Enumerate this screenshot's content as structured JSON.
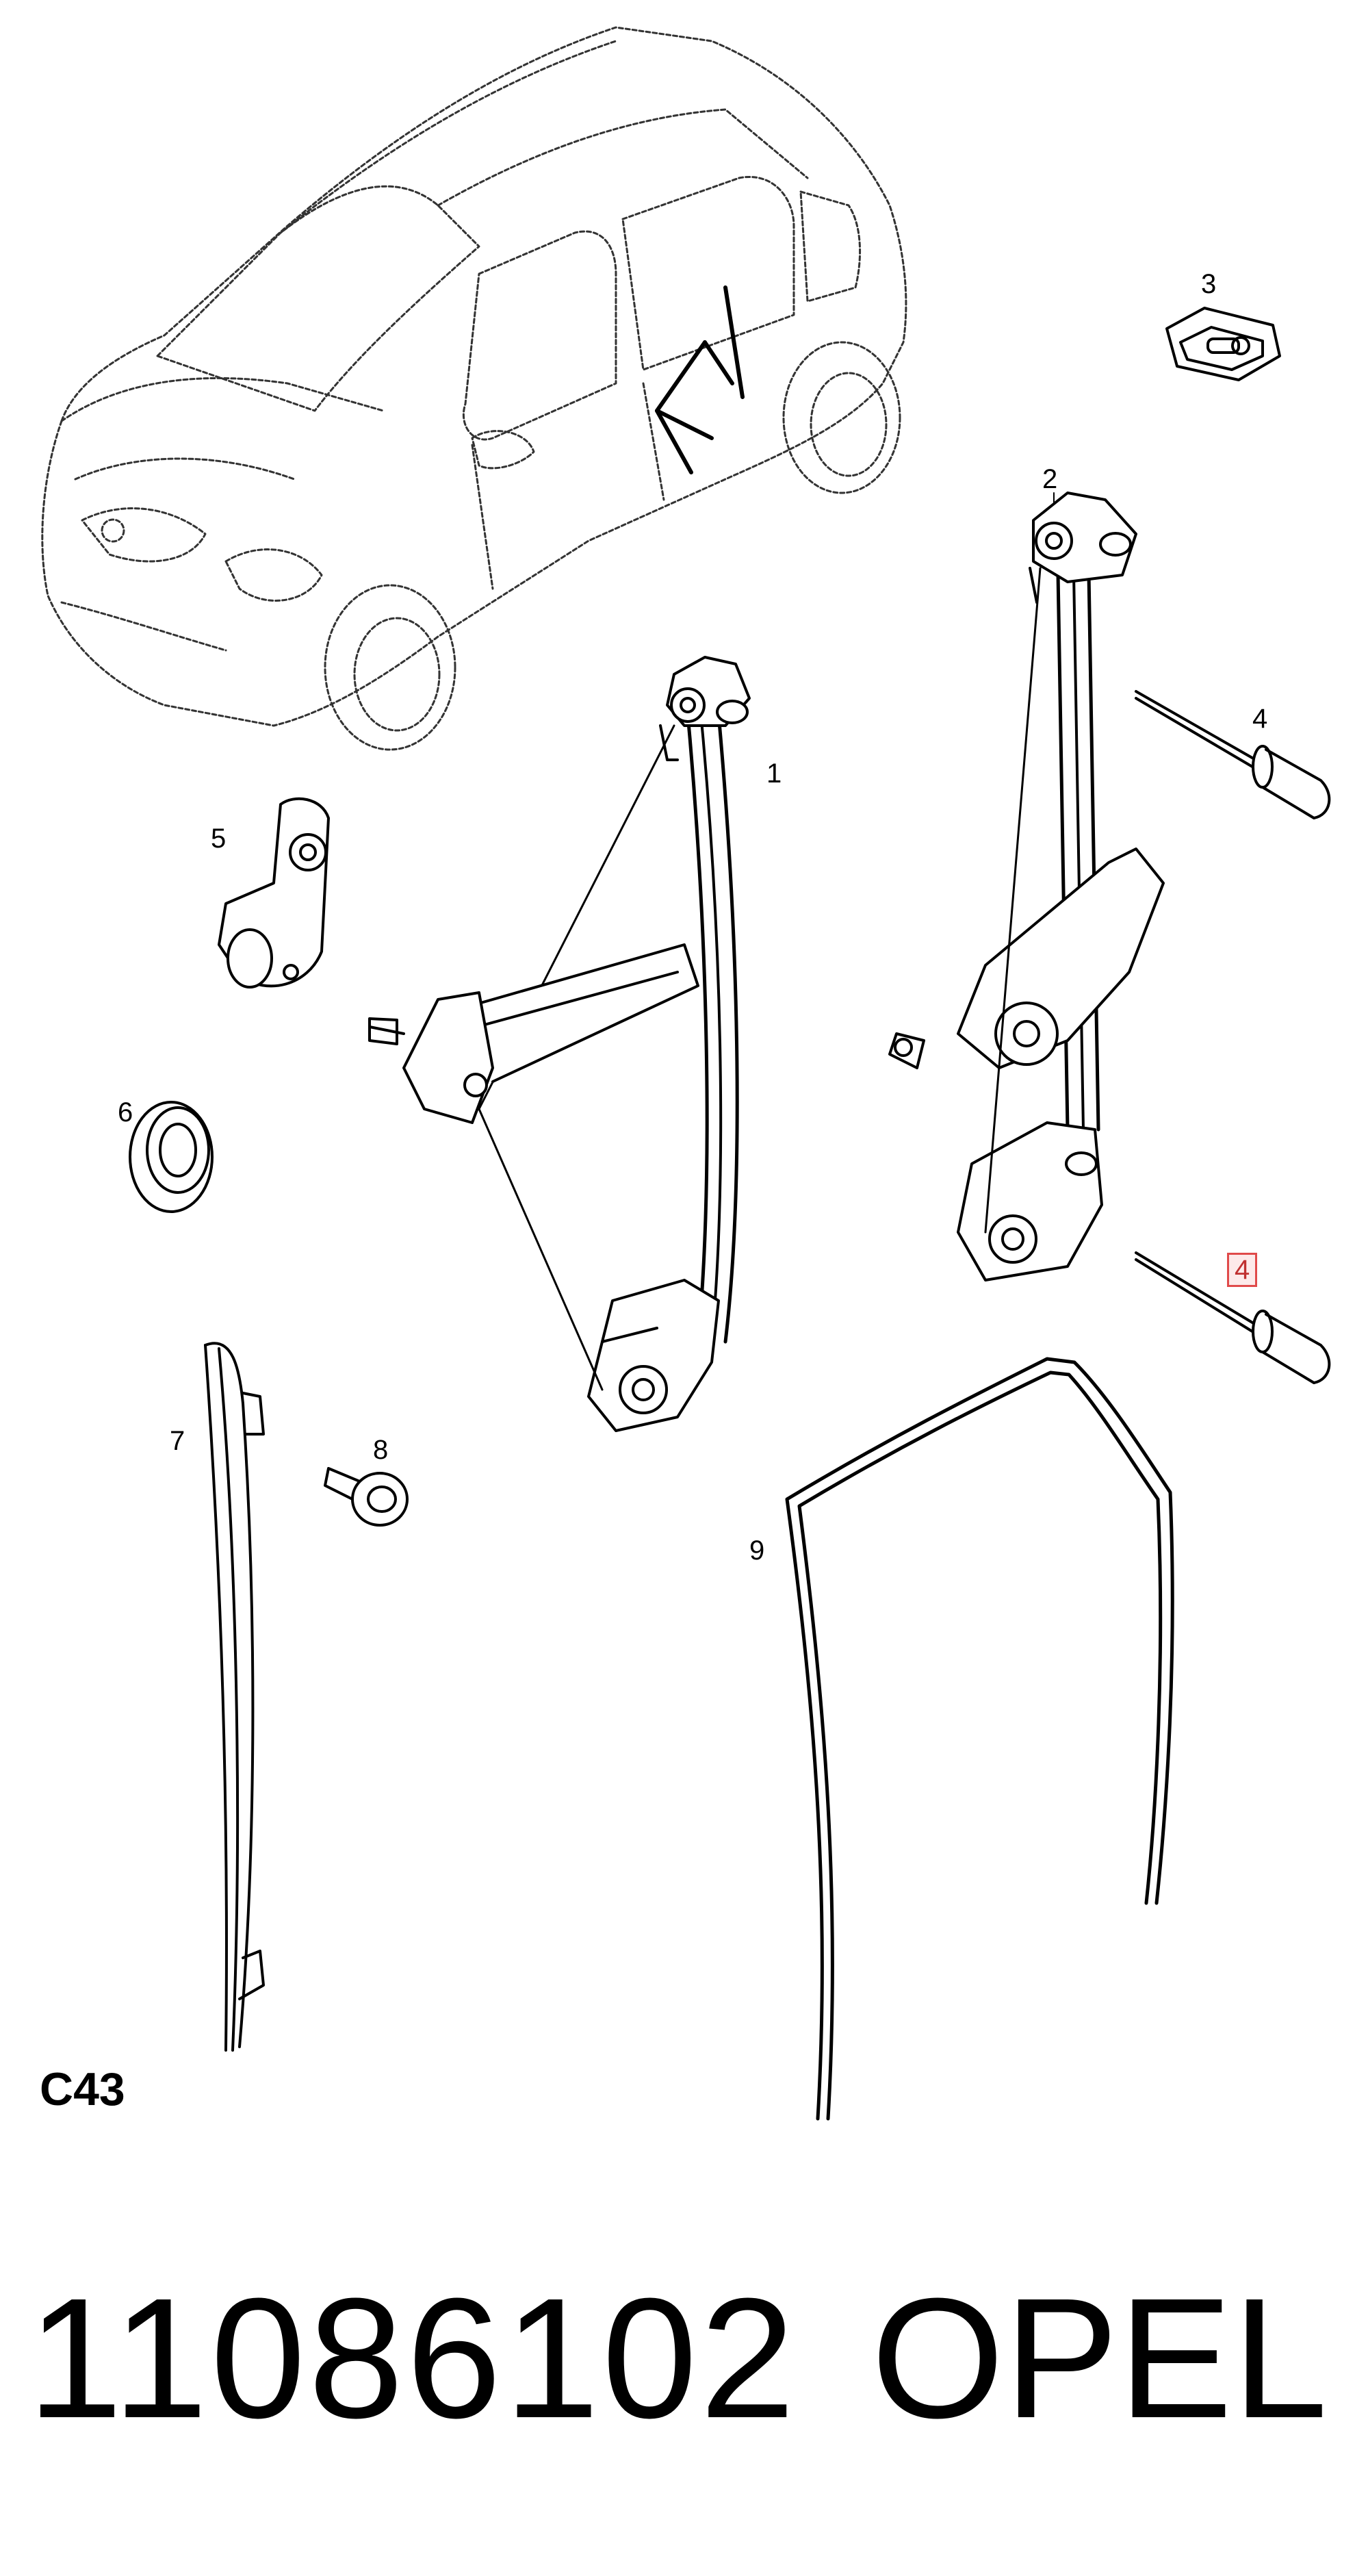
{
  "diagram": {
    "section_code": "C43",
    "callouts": [
      {
        "id": "c1",
        "text": "1",
        "highlighted": false
      },
      {
        "id": "c2",
        "text": "2",
        "highlighted": false
      },
      {
        "id": "c3",
        "text": "3",
        "highlighted": false
      },
      {
        "id": "c4a",
        "text": "4",
        "highlighted": false
      },
      {
        "id": "c4b",
        "text": "4",
        "highlighted": true
      },
      {
        "id": "c5",
        "text": "5",
        "highlighted": false
      },
      {
        "id": "c6",
        "text": "6",
        "highlighted": false
      },
      {
        "id": "c7",
        "text": "7",
        "highlighted": false
      },
      {
        "id": "c8",
        "text": "8",
        "highlighted": false
      },
      {
        "id": "c9",
        "text": "9",
        "highlighted": false
      }
    ],
    "highlight_color": "#e04a4a"
  },
  "footer": {
    "part_number": "11086102",
    "brand": "OPEL"
  }
}
